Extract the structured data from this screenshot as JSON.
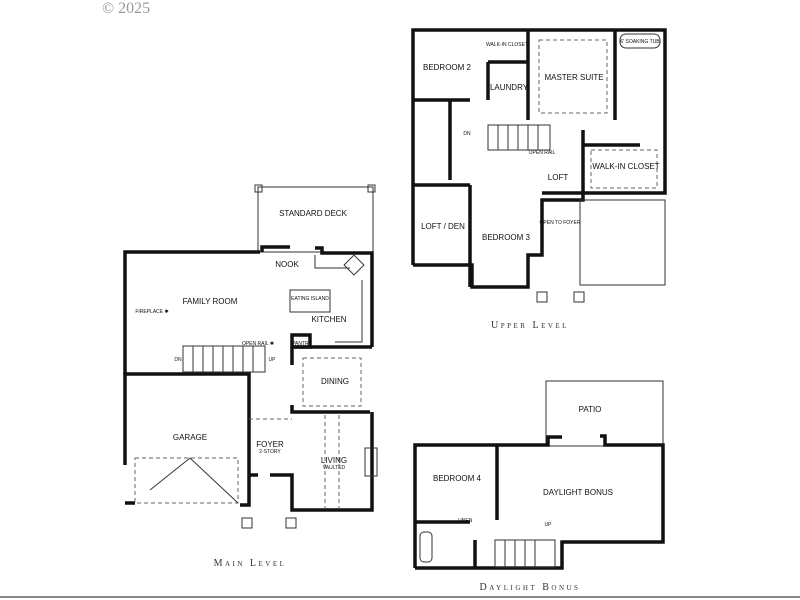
{
  "watermark": "© 2025",
  "levels": {
    "main": {
      "caption": "Main Level",
      "rooms": {
        "standard_deck": "STANDARD DECK",
        "nook": "NOOK",
        "family_room": "FAMILY ROOM",
        "eating_island": "EATING ISLAND",
        "fireplace": "FIREPLACE ✱",
        "kitchen": "KITCHEN",
        "open_rail": "OPEN RAIL ✱",
        "pantry": "PANTRY",
        "dn": "DN",
        "up": "UP",
        "dining": "DINING",
        "garage": "GARAGE",
        "foyer": "FOYER",
        "foyer_note": "2-STORY",
        "living": "LIVING",
        "living_note": "VAULTED"
      }
    },
    "upper": {
      "caption": "Upper Level",
      "rooms": {
        "bedroom_2": "BEDROOM 2",
        "walk_in_closet_small": "WALK-IN CLOSET",
        "master_suite": "MASTER SUITE",
        "soaking_tub": "6' SOAKING TUB",
        "laundry": "LAUNDRY",
        "dn": "DN",
        "open_rail": "OPEN RAIL",
        "loft": "LOFT",
        "walk_in_closet": "WALK-IN CLOSET",
        "loft_den": "LOFT / DEN",
        "bedroom_3": "BEDROOM 3",
        "open_to_foyer": "OPEN TO FOYER"
      }
    },
    "daylight": {
      "caption": "Daylight Bonus",
      "rooms": {
        "patio": "PATIO",
        "bedroom_4": "BEDROOM 4",
        "daylight_bonus": "DAYLIGHT BONUS",
        "linen": "LINEN",
        "up": "UP"
      }
    }
  }
}
